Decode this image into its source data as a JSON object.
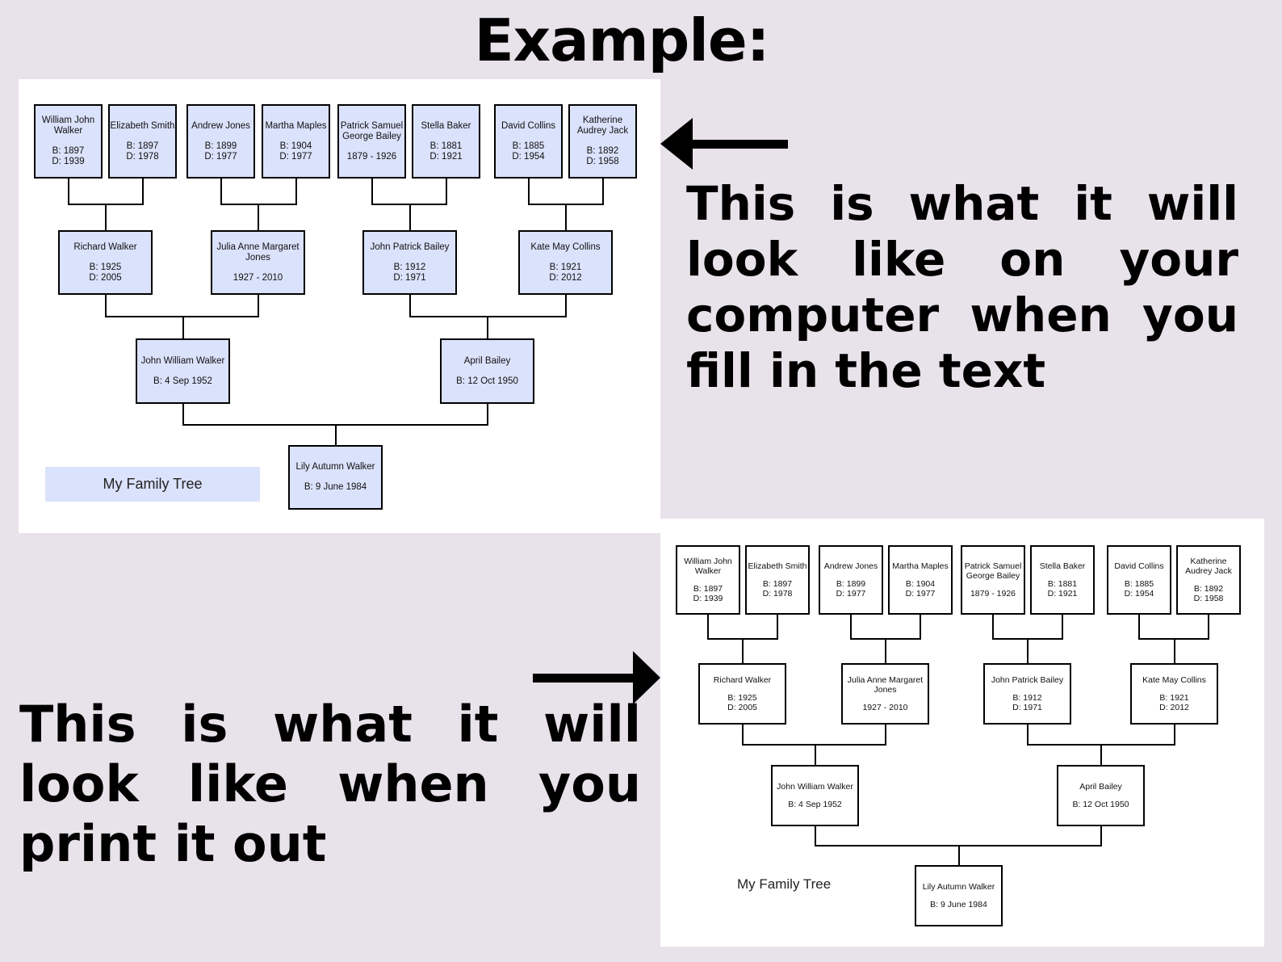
{
  "heading": "Example:",
  "descriptions": {
    "computer": "This is what it will look like on your computer when you fill in the text",
    "print": "This is what it will look like when you print it out"
  },
  "tree": {
    "caption": "My Family Tree",
    "great_grandparents": [
      {
        "name": "William John Walker",
        "l1": "B: 1897",
        "l2": "D: 1939"
      },
      {
        "name": "Elizabeth Smith",
        "l1": "B: 1897",
        "l2": "D: 1978"
      },
      {
        "name": "Andrew Jones",
        "l1": "B: 1899",
        "l2": "D: 1977"
      },
      {
        "name": "Martha Maples",
        "l1": "B: 1904",
        "l2": "D: 1977"
      },
      {
        "name": "Patrick Samuel George Bailey",
        "l1": "1879 - 1926",
        "l2": ""
      },
      {
        "name": "Stella Baker",
        "l1": "B: 1881",
        "l2": "D: 1921"
      },
      {
        "name": "David Collins",
        "l1": "B: 1885",
        "l2": "D: 1954"
      },
      {
        "name": "Katherine Audrey Jack",
        "l1": "B: 1892",
        "l2": "D: 1958"
      }
    ],
    "grandparents": [
      {
        "name": "Richard Walker",
        "l1": "B: 1925",
        "l2": "D: 2005"
      },
      {
        "name": "Julia Anne Margaret Jones",
        "l1": "1927 - 2010",
        "l2": ""
      },
      {
        "name": "John Patrick Bailey",
        "l1": "B: 1912",
        "l2": "D: 1971"
      },
      {
        "name": "Kate May Collins",
        "l1": "B: 1921",
        "l2": "D: 2012"
      }
    ],
    "parents": [
      {
        "name": "John William Walker",
        "l1": "B: 4 Sep 1952"
      },
      {
        "name": "April Bailey",
        "l1": "B: 12 Oct 1950"
      }
    ],
    "child": {
      "name": "Lily Autumn Walker",
      "l1": "B: 9 June 1984"
    }
  }
}
